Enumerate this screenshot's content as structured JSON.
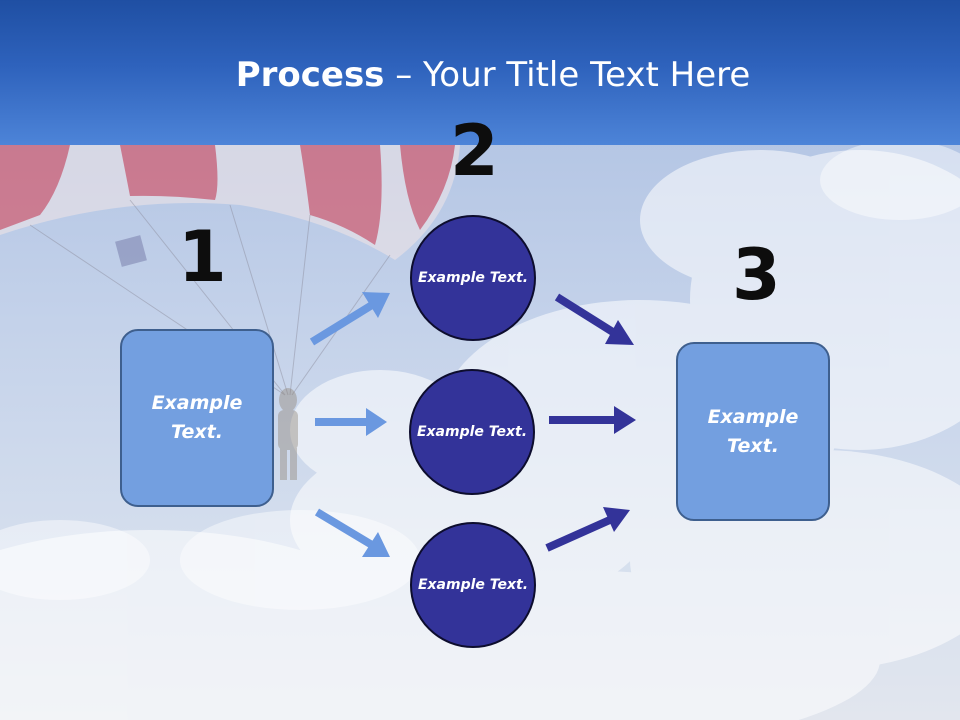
{
  "title": {
    "bold": "Process",
    "rest": " – Your Title Text Here"
  },
  "steps": {
    "one": "1",
    "two": "2",
    "three": "3"
  },
  "left_box": {
    "text": "Example Text."
  },
  "circles": [
    {
      "text": "Example Text."
    },
    {
      "text": "Example Text."
    },
    {
      "text": "Example Text."
    }
  ],
  "right_box": {
    "text": "Example Text."
  },
  "colors": {
    "header": "#2e62bc",
    "box_fill": "#739fe0",
    "circle_fill": "#333399",
    "arrow_light": "#6a98e0",
    "arrow_dark": "#333399"
  }
}
